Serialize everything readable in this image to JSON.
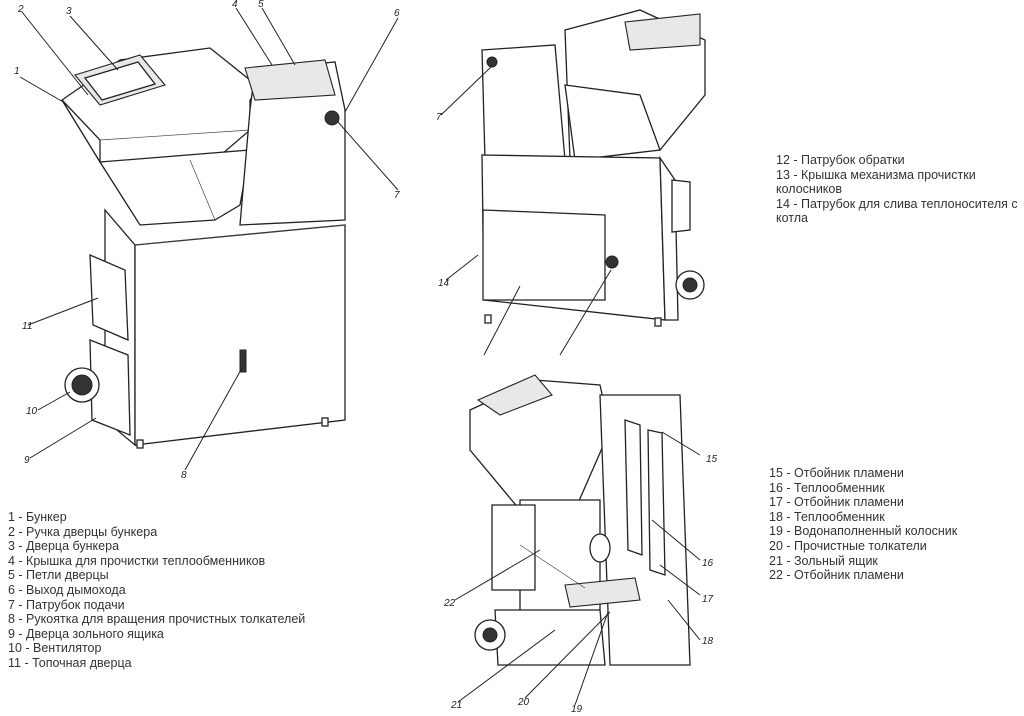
{
  "legend_left": [
    "1 - Бункер",
    "2 - Ручка дверцы бункера",
    "3 - Дверца бункера",
    "4 - Крышка для прочистки теплообменников",
    "5 - Петли дверцы",
    "6 - Выход дымохода",
    "7 - Патрубок подачи",
    "8 - Рукоятка для вращения прочистных толкателей",
    "9 - Дверца зольного ящика",
    "10 - Вентилятор",
    "11 - Топочная дверца"
  ],
  "legend_right_top": [
    "12 - Патрубок обратки",
    "13 - Крышка механизма прочистки",
    "колосников",
    "14 - Патрубок для слива теплоносителя с",
    "котла"
  ],
  "legend_right_bottom": [
    "15 - Отбойник пламени",
    "16 - Теплообменник",
    "17 - Отбойник пламени",
    "18 - Теплообменник",
    "19 - Водонаполненный колосник",
    "20 - Прочистные толкатели",
    "21 - Зольный ящик",
    "22 - Отбойник пламени"
  ],
  "callouts": {
    "n1": "1",
    "n2": "2",
    "n3": "3",
    "n4": "4",
    "n5": "5",
    "n6": "6",
    "n7a": "7",
    "n7b": "7",
    "n8": "8",
    "n9": "9",
    "n10": "10",
    "n11": "11",
    "n14": "14",
    "n15": "15",
    "n16": "16",
    "n17": "17",
    "n18": "18",
    "n19": "19",
    "n20": "20",
    "n21": "21",
    "n22": "22"
  }
}
